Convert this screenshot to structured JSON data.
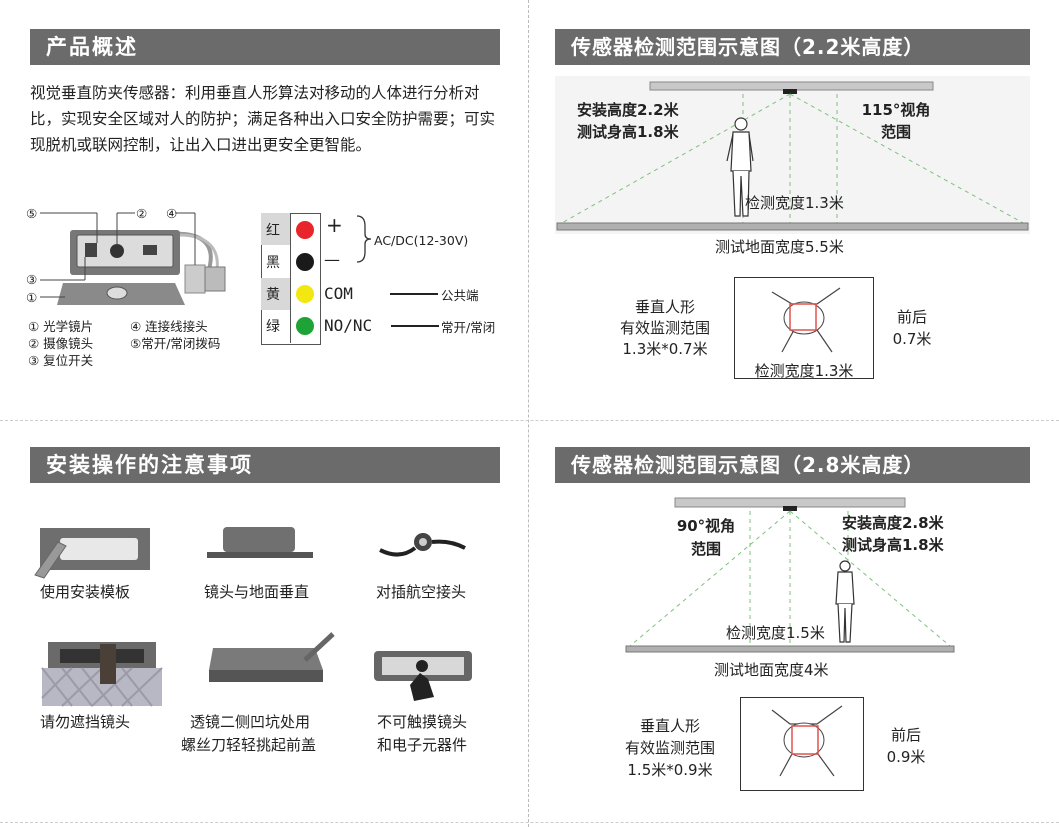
{
  "overview": {
    "title": "产品概述",
    "text": "视觉垂直防夹传感器：利用垂直人形算法对移动的人体进行分析对比，实现安全区域对人的防护；满足各种出入口安全防护需要；可实现脱机或联网控制，让出入口进出更安全更智能。",
    "callouts": [
      "⑤",
      "②",
      "④",
      "③",
      "①"
    ],
    "legend_left": [
      "① 光学镜片",
      "② 摄像镜头",
      "③ 复位开关"
    ],
    "legend_right": [
      "④ 连接线接头",
      "⑤常开/常闭拨码"
    ]
  },
  "wiring": {
    "rows": [
      {
        "name": "红",
        "color": "#e8252b",
        "sign": "+"
      },
      {
        "name": "黑",
        "color": "#1a1a1a",
        "sign": "—"
      },
      {
        "name": "黄",
        "color": "#f3e712",
        "sign": "COM"
      },
      {
        "name": "绿",
        "color": "#1ea336",
        "sign": "NO/NC"
      }
    ],
    "power": "AC/DC(12-30V)",
    "com_label": "公共端",
    "nonc_label": "常开/常闭"
  },
  "install": {
    "title": "安装操作的注意事项",
    "items": [
      "使用安装模板",
      "镜头与地面垂直",
      "对插航空接头",
      "请勿遮挡镜头",
      "透镜二侧凹坑处用",
      "螺丝刀轻轻挑起前盖",
      "不可触摸镜头",
      "和电子元器件"
    ]
  },
  "range22": {
    "title": "传感器检测范围示意图（2.2米高度）",
    "height_line1": "安装高度2.2米",
    "height_line2": "测试身高1.8米",
    "angle_line1": "115°视角",
    "angle_line2": "范围",
    "detect_width": "检测宽度1.3米",
    "ground_width": "测试地面宽度5.5米",
    "vertical_l1": "垂直人形",
    "vertical_l2": "有效监测范围",
    "vertical_l3": "1.3米*0.7米",
    "front_l1": "前后",
    "front_l2": "0.7米",
    "box_label": "检测宽度1.3米"
  },
  "range28": {
    "title": "传感器检测范围示意图（2.8米高度）",
    "angle_line1": "90°视角",
    "angle_line2": "范围",
    "height_line1": "安装高度2.8米",
    "height_line2": "测试身高1.8米",
    "detect_width": "检测宽度1.5米",
    "ground_width": "测试地面宽度4米",
    "vertical_l1": "垂直人形",
    "vertical_l2": "有效监测范围",
    "vertical_l3": "1.5米*0.9米",
    "front_l1": "前后",
    "front_l2": "0.9米"
  },
  "colors": {
    "header_bg": "#6b6b6b",
    "cone_line": "#7ec07e",
    "red_box": "#e0524f"
  }
}
